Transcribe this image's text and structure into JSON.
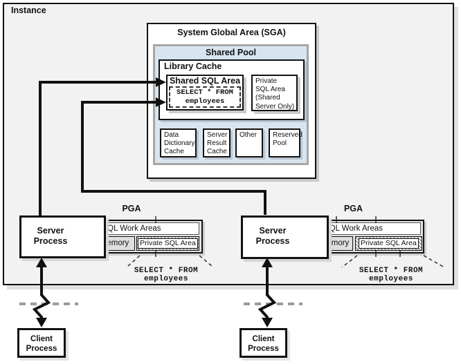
{
  "instance": {
    "label": "Instance"
  },
  "sga": {
    "title": "System Global Area (SGA)",
    "shared_pool": {
      "title": "Shared Pool",
      "library_cache": {
        "title": "Library Cache",
        "shared_sql_area": {
          "title": "Shared SQL Area",
          "query_lines": [
            "SELECT * FROM",
            "employees"
          ]
        },
        "private_sql_area": {
          "lines": [
            "Private",
            "SQL Area",
            "(Shared",
            "Server Only)"
          ]
        }
      },
      "components": [
        {
          "lines": [
            "Data",
            "Dictionary",
            "Cache"
          ]
        },
        {
          "lines": [
            "Server",
            "Result",
            "Cache"
          ]
        },
        {
          "lines": [
            "Other"
          ]
        },
        {
          "lines": [
            "Reserved",
            "Pool"
          ]
        }
      ]
    }
  },
  "process_group": {
    "server_process_lines": [
      "Server",
      "Process"
    ],
    "client_process_lines": [
      "Client",
      "Process"
    ],
    "pga": {
      "label": "PGA",
      "sql_work_areas": "SQL Work Areas",
      "session_memory": "Session Memory",
      "private_sql_area": "Private SQL Area",
      "expanded_query": "SELECT * FROM employees"
    }
  },
  "colors": {
    "instance_fill": "#f2f2f2",
    "shared_pool_fill": "#d8e5ef",
    "shared_pool_border": "#a6a6a6",
    "pga_fill": "#e3e3e3",
    "box_border": "#111111",
    "box_shadow": "#c9c9c9",
    "network_dash": "#9a9a9a"
  }
}
